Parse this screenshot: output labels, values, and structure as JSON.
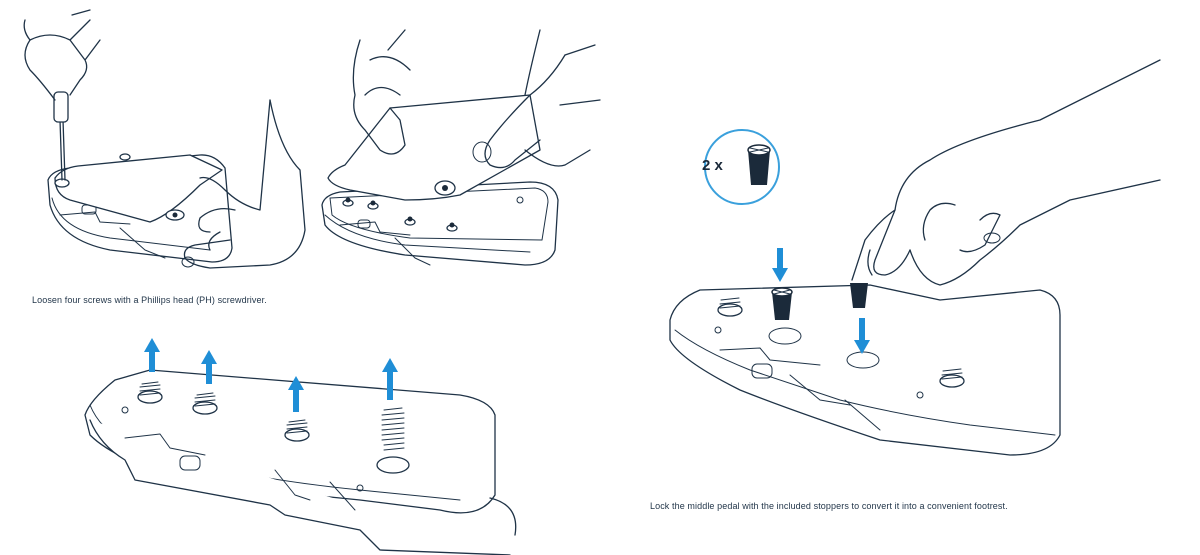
{
  "steps": {
    "step1_caption": "Loosen four screws with a Phillips head (PH) screwdriver.",
    "step2_caption": "Lock the middle pedal with the included stoppers to convert it into a convenient footrest."
  },
  "badge": {
    "quantity_label": "2 x"
  },
  "colors": {
    "line": "#1f3347",
    "arrow": "#1f8ed6",
    "badge_ring": "#3aa0dc"
  },
  "icons": [
    "screwdriver-icon",
    "hand-icon",
    "screw-icon",
    "up-arrow-icon",
    "down-arrow-icon",
    "stopper-icon",
    "spring-icon"
  ]
}
